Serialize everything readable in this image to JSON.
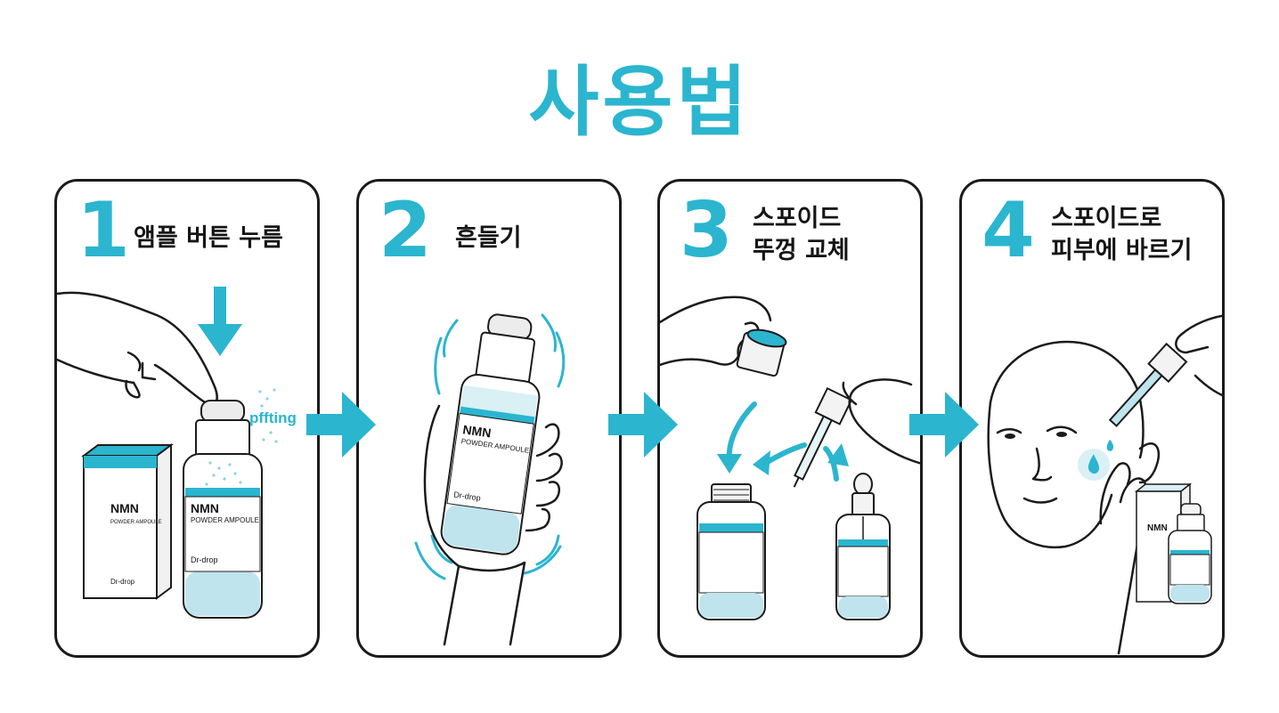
{
  "title": "사용법",
  "accent_color": "#2bb5cf",
  "steps": [
    {
      "number": "1",
      "caption_lines": [
        "앰플 버튼 누름"
      ]
    },
    {
      "number": "2",
      "caption_lines": [
        "흔들기"
      ]
    },
    {
      "number": "3",
      "caption_lines": [
        "스포이드",
        "뚜껑 교체"
      ]
    },
    {
      "number": "4",
      "caption_lines": [
        "스포이드로",
        "피부에 바르기"
      ]
    }
  ],
  "product": {
    "name": "NMN",
    "subtitle": "POWDER AMPOULE",
    "brand": "Dr-drop"
  },
  "sound_effect": "pffting",
  "icons": [
    "down-arrow-icon",
    "right-arrow-icon",
    "curved-arrow-icon",
    "drop-icon"
  ]
}
